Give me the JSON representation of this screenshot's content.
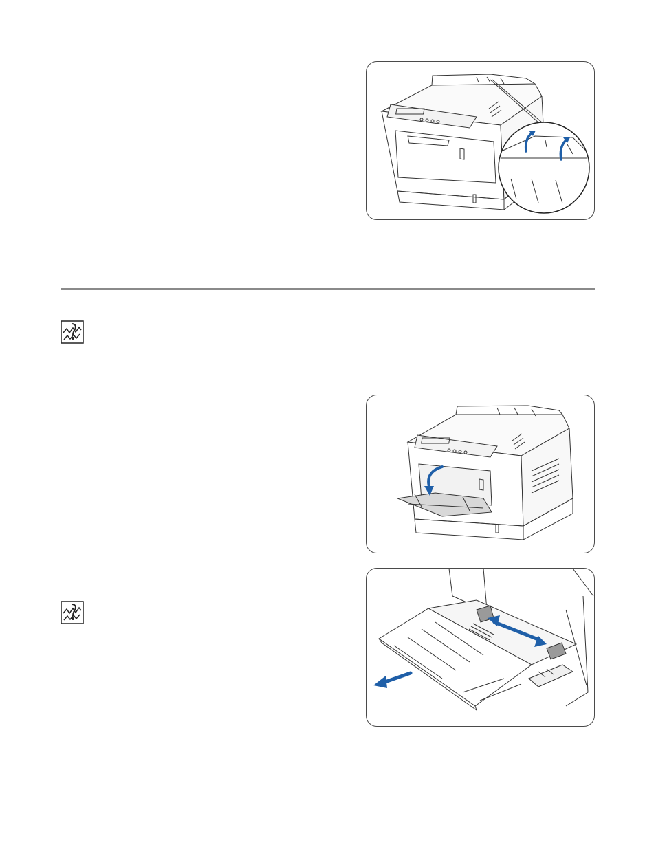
{
  "page": {
    "figures": [
      {
        "id": "paper-output-support-flaps",
        "icon": "printer-illustration"
      },
      {
        "id": "open-multipurpose-tray",
        "icon": "printer-illustration"
      },
      {
        "id": "adjust-tray-guides",
        "icon": "printer-illustration"
      }
    ],
    "notes": [
      {
        "icon": "note-icon"
      },
      {
        "icon": "note-icon"
      }
    ]
  },
  "colors": {
    "arrow_blue": "#1f5fa8",
    "line_gray": "#8a8a8a",
    "outline": "#4a4a4a"
  }
}
